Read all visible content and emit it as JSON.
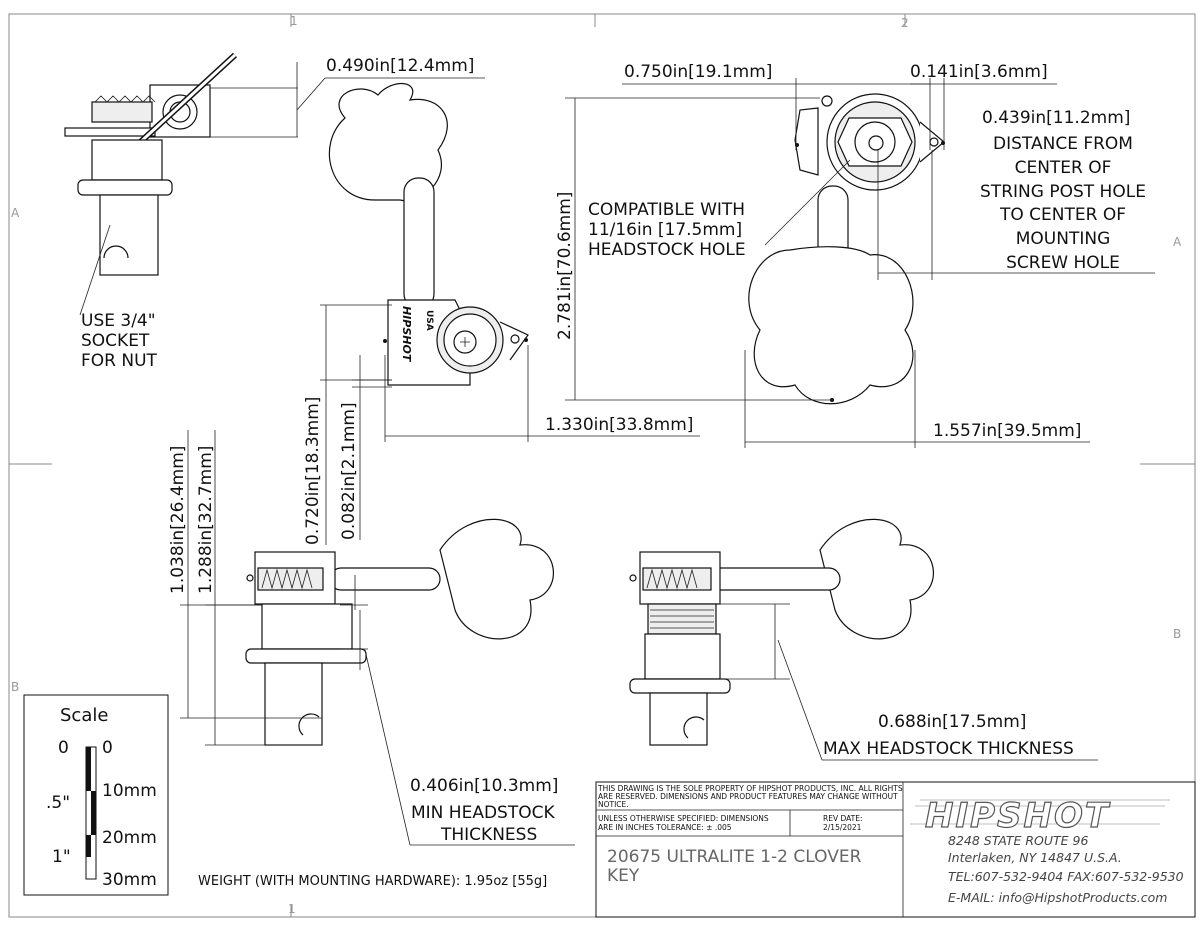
{
  "zones": {
    "top_left": "1",
    "top_right": "2",
    "left_a": "A",
    "left_b": "B",
    "right_a": "A",
    "right_b": "B",
    "bottom": "1"
  },
  "dimensions": {
    "post_offset": "0.490in[12.4mm]",
    "width_750": "0.750in[19.1mm]",
    "width_141": "0.141in[3.6mm]",
    "screw_439": "0.439in[11.2mm]",
    "height_2781": "2.781in[70.6mm]",
    "width_1330": "1.330in[33.8mm]",
    "width_1557": "1.557in[39.5mm]",
    "height_720": "0.720in[18.3mm]",
    "height_082": "0.082in[2.1mm]",
    "height_1038": "1.038in[26.4mm]",
    "height_1288": "1.288in[32.7mm]",
    "min_thickness": "0.406in[10.3mm]",
    "max_thickness": "0.688in[17.5mm]"
  },
  "notes": {
    "screw_note": [
      "DISTANCE FROM",
      "CENTER OF",
      "STRING POST HOLE",
      "TO CENTER OF",
      "MOUNTING",
      "SCREW HOLE"
    ],
    "compat": [
      "COMPATIBLE WITH",
      "11/16in [17.5mm]",
      "HEADSTOCK HOLE"
    ],
    "socket": [
      "USE 3/4\"",
      "SOCKET",
      "FOR NUT"
    ],
    "min_label": [
      "MIN HEADSTOCK",
      "THICKNESS"
    ],
    "max_label": "MAX HEADSTOCK THICKNESS",
    "weight": "WEIGHT (WITH MOUNTING HARDWARE): 1.95oz [55g]"
  },
  "scale": {
    "title": "Scale",
    "inch_labels": [
      "0",
      ".5\"",
      "1\""
    ],
    "mm_labels": [
      "0",
      "10mm",
      "20mm",
      "30mm"
    ]
  },
  "title_block": {
    "property": [
      "THIS DRAWING IS THE SOLE PROPERTY OF HIPSHOT PRODUCTS, INC. ALL RIGHTS",
      "ARE RESERVED. DIMENSIONS AND PRODUCT FEATURES MAY CHANGE WITHOUT",
      "NOTICE."
    ],
    "tolerance": [
      "UNLESS OTHERWISE SPECIFIED: DIMENSIONS",
      "ARE IN INCHES TOLERANCE: ± .005"
    ],
    "rev_label": "REV DATE:",
    "rev_date": "2/15/2021",
    "part_name": [
      "20675 ULTRALITE 1-2 CLOVER",
      "KEY"
    ],
    "logo_text": "HIPSHOT",
    "address": [
      "8248 STATE ROUTE 96",
      "Interlaken, NY 14847 U.S.A.",
      "TEL:607-532-9404 FAX:607-532-9530",
      "E-MAIL: info@HipshotProducts.com"
    ]
  },
  "stamp": {
    "brand": "HIPSHOT",
    "origin": "USA"
  }
}
